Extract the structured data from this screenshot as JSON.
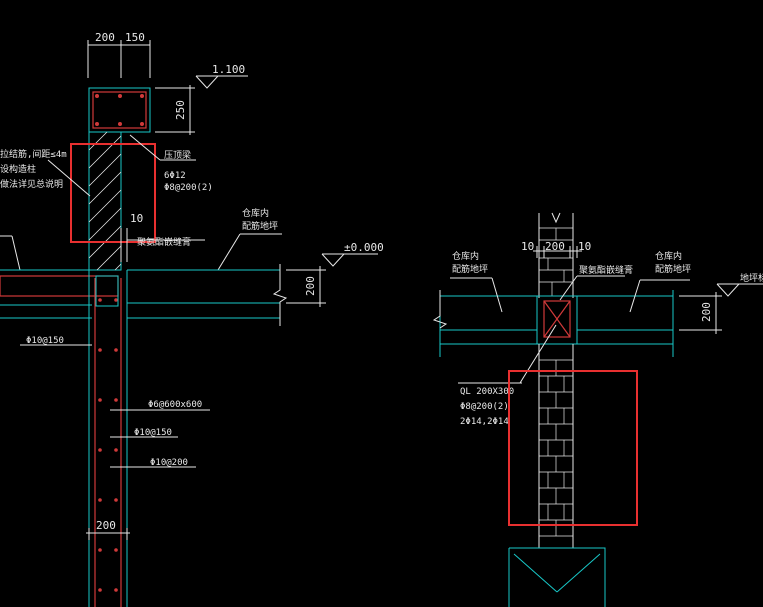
{
  "left_detail": {
    "dim_top_a": "200",
    "dim_top_b": "150",
    "elev_top": "1.100",
    "dim_beam_h": "250",
    "note_wall_1": "拉结筋,间距≤4m",
    "note_wall_2": "设构造柱",
    "note_wall_3": "做法详见总说明",
    "note_steel_1": "压顶梁",
    "note_steel_2": "6Φ12",
    "note_steel_3": "Φ8@200(2)",
    "dim_ten": "10",
    "note_side_1": "仓库内",
    "note_side_2": "配筋地坪",
    "note_joint": "聚氨酯嵌缝膏",
    "elev_zero": "±0.000",
    "dim_slab": "200",
    "rebar_1": "Φ10@150",
    "rebar_2": "Φ6@600x600",
    "rebar_3": "Φ10@150",
    "rebar_4": "Φ10@200",
    "dim_wall": "200"
  },
  "right_detail": {
    "dim_a": "10",
    "dim_b": "200",
    "dim_c": "10",
    "note_left_1": "仓库内",
    "note_left_2": "配筋地坪",
    "note_joint": "聚氨酯嵌缝膏",
    "note_right_1": "仓库内",
    "note_right_2": "配筋地坪",
    "note_far_right": "地坪标高",
    "dim_slab": "200",
    "beam_1": "QL  200X300",
    "beam_2": "Φ8@200(2)",
    "beam_3": "2Φ14,2Φ14"
  },
  "colors": {
    "highlight": "#e83030",
    "cyan": "#18c8c8",
    "line": "#e8e8e8"
  }
}
